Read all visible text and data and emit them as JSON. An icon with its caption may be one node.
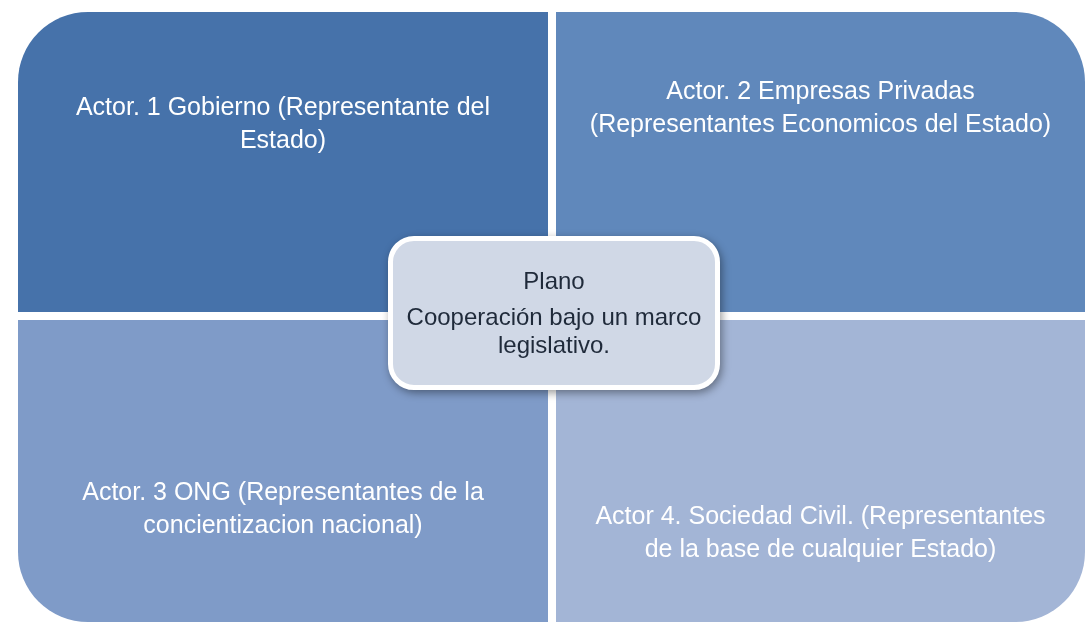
{
  "diagram": {
    "nodes": [
      {
        "text": [
          "Actor. 1 Gobierno (Representante del Estado)"
        ]
      },
      {
        "text": [
          "Actor. 2 Empresas Privadas (Representantes Economicos del Estado)"
        ]
      },
      {
        "text": [
          "Actor. 3 ONG (Representantes de la concientizacion nacional)"
        ]
      },
      {
        "text": [
          "Actor 4. Sociedad Civil. (Representantes de la base de cualquier Estado)"
        ]
      },
      {
        "text": [
          "Plano",
          "Cooperación bajo un marco legislativo."
        ]
      }
    ]
  }
}
